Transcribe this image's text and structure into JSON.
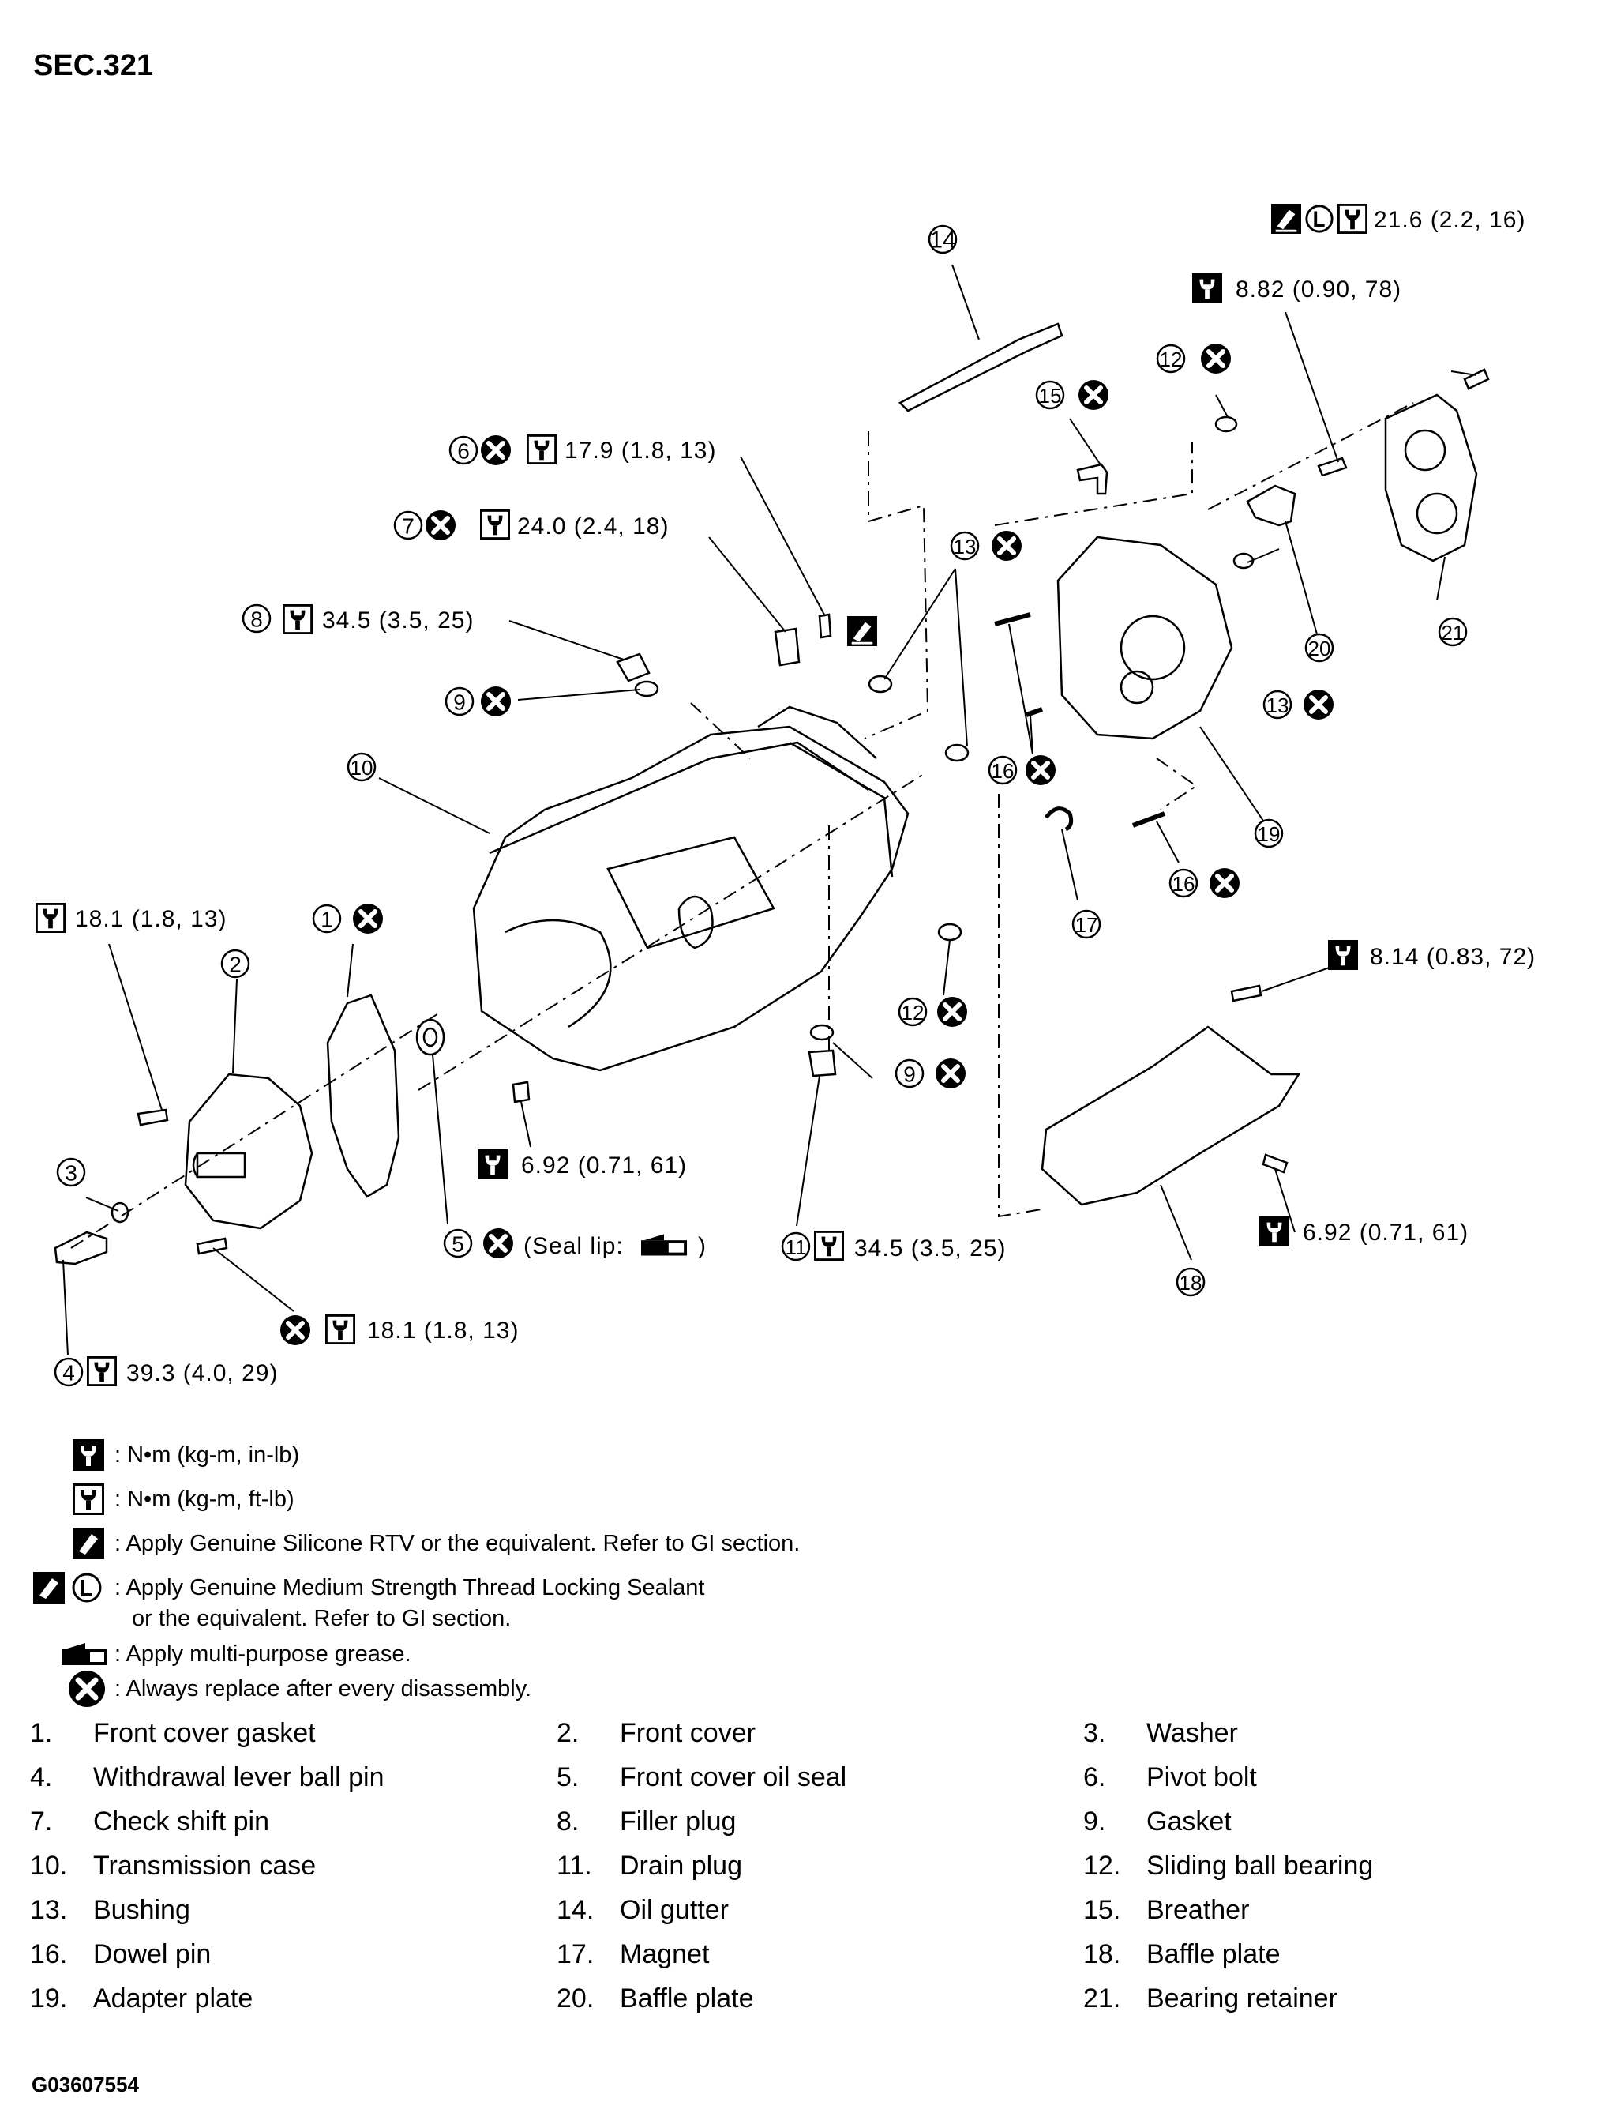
{
  "section": "SEC.321",
  "callouts": {
    "c14": "14",
    "c12a": "12",
    "c15": "15",
    "c6": "6",
    "c7": "7",
    "c13a": "13",
    "c8": "8",
    "c9a": "9",
    "c10": "10",
    "c16a": "16",
    "c13b": "13",
    "c20": "20",
    "c21": "21",
    "c19": "19",
    "c17": "17",
    "c16b": "16",
    "c1": "1",
    "c2": "2",
    "c12b": "12",
    "c9b": "9",
    "c3": "3",
    "c5": "5",
    "c11": "11",
    "c18": "18",
    "c4": "4"
  },
  "torques": {
    "t21_6": "21.6 (2.2, 16)",
    "t8_82": "8.82 (0.90, 78)",
    "t17_9": "17.9 (1.8, 13)",
    "t24_0": "24.0 (2.4, 18)",
    "t34_5a": "34.5 (3.5, 25)",
    "t18_1a": "18.1 (1.8, 13)",
    "t8_14": "8.14 (0.83, 72)",
    "t6_92a": "6.92 (0.71, 61)",
    "t6_92b": "6.92 (0.71, 61)",
    "t34_5b": "34.5 (3.5, 25)",
    "t18_1b": "18.1 (1.8, 13)",
    "t39_3": "39.3 (4.0, 29)",
    "seal_lip_open": "(Seal lip:",
    "seal_lip_close": ")"
  },
  "legend": [
    {
      "icon": "torque-in-lb-icon",
      "text": ": N•m (kg-m, in-lb)"
    },
    {
      "icon": "torque-ft-lb-icon",
      "text": ": N•m (kg-m, ft-lb)"
    },
    {
      "icon": "silicone-rtv-icon",
      "text": ": Apply Genuine Silicone RTV or the equivalent. Refer to GI section."
    },
    {
      "icon": "thread-locking-icon",
      "text": ": Apply Genuine Medium Strength Thread Locking Sealant",
      "text2": "or the equivalent. Refer to GI section."
    },
    {
      "icon": "grease-icon",
      "text": ": Apply multi-purpose grease."
    },
    {
      "icon": "replace-icon",
      "text": ": Always replace after every disassembly."
    }
  ],
  "parts": [
    {
      "num": "1.",
      "name": "Front cover gasket"
    },
    {
      "num": "2.",
      "name": "Front cover"
    },
    {
      "num": "3.",
      "name": "Washer"
    },
    {
      "num": "4.",
      "name": "Withdrawal lever ball pin"
    },
    {
      "num": "5.",
      "name": "Front cover oil seal"
    },
    {
      "num": "6.",
      "name": "Pivot bolt"
    },
    {
      "num": "7.",
      "name": "Check shift pin"
    },
    {
      "num": "8.",
      "name": "Filler plug"
    },
    {
      "num": "9.",
      "name": "Gasket"
    },
    {
      "num": "10.",
      "name": "Transmission case"
    },
    {
      "num": "11.",
      "name": "Drain plug"
    },
    {
      "num": "12.",
      "name": "Sliding ball bearing"
    },
    {
      "num": "13.",
      "name": "Bushing"
    },
    {
      "num": "14.",
      "name": "Oil gutter"
    },
    {
      "num": "15.",
      "name": "Breather"
    },
    {
      "num": "16.",
      "name": "Dowel pin"
    },
    {
      "num": "17.",
      "name": "Magnet"
    },
    {
      "num": "18.",
      "name": "Baffle plate"
    },
    {
      "num": "19.",
      "name": "Adapter plate"
    },
    {
      "num": "20.",
      "name": "Baffle plate"
    },
    {
      "num": "21.",
      "name": "Bearing retainer"
    }
  ],
  "figure_code": "G03607554"
}
